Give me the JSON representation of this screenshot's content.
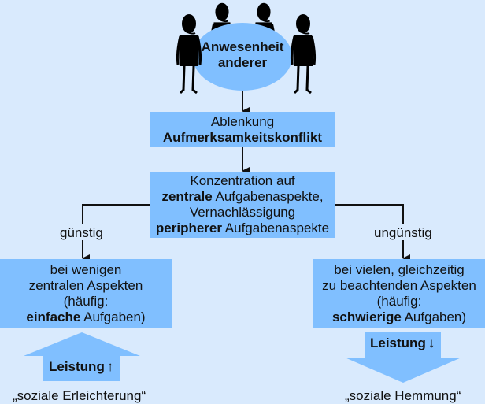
{
  "diagram": {
    "start_node": {
      "line1": "Anwesenheit",
      "line2": "anderer"
    },
    "node_distraction": {
      "line1": "Ablenkung",
      "line2_bold": "Aufmerksamkeitskonflikt"
    },
    "node_concentration": {
      "line1": "Konzentration auf",
      "line2_bold": "zentrale",
      "line2_rest": " Aufgabenaspekte,",
      "line3": "Vernachlässigung",
      "line4_bold": "peripherer",
      "line4_rest": " Aufgabenaspekte"
    },
    "branch_left_label": "günstig",
    "branch_right_label": "ungünstig",
    "node_left": {
      "line1": "bei wenigen",
      "line2": "zentralen Aspekten",
      "line3": "(häufig:",
      "line4_bold": "einfache",
      "line4_rest": " Aufgaben)"
    },
    "node_right": {
      "line1": "bei vielen, gleichzeitig",
      "line2": "zu beachtenden Aspekten",
      "line3": "(häufig:",
      "line4_bold": "schwierige",
      "line4_rest": " Aufgaben)"
    },
    "outcome_left": {
      "label": "Leistung",
      "arrow_glyph": "↑",
      "caption": "„soziale Erleichterung“"
    },
    "outcome_right": {
      "label": "Leistung",
      "arrow_glyph": "↓",
      "caption": "„soziale Hemmung“"
    },
    "colors": {
      "background": "#d9eafd",
      "box": "#80bfff",
      "ellipse": "#80bfff",
      "line": "#111111"
    }
  }
}
